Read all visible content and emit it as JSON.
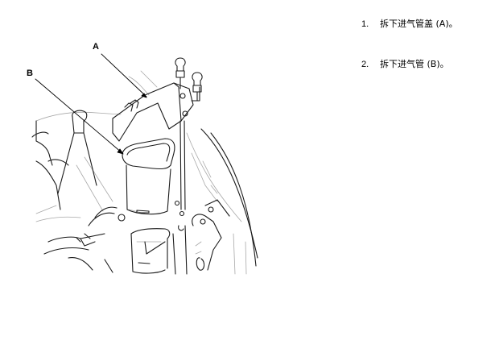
{
  "figure": {
    "description": "Line illustration of engine bay showing air intake duct cover (A) and air intake duct (B)",
    "callouts": [
      {
        "label": "A",
        "target": "air intake duct cover"
      },
      {
        "label": "B",
        "target": "air intake duct"
      }
    ]
  },
  "steps": [
    {
      "number": "1.",
      "text": "拆下进气管盖 (A)。"
    },
    {
      "number": "2.",
      "text": "拆下进气管 (B)。"
    }
  ],
  "colors": {
    "background": "#ffffff",
    "line_dark": "#1a1a1a",
    "line_light": "#9a9a9a"
  }
}
